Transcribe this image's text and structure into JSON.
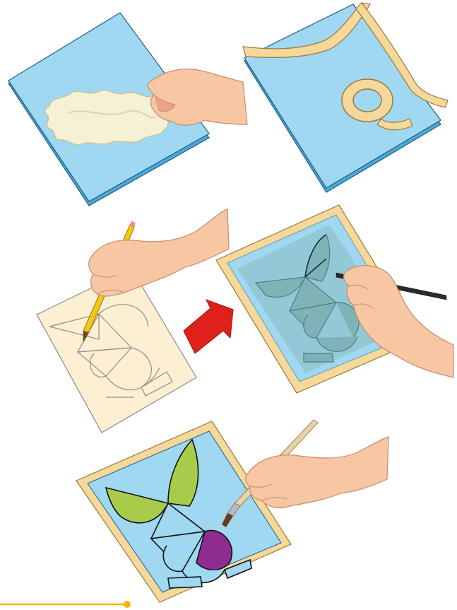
{
  "figure": {
    "steps": [
      {
        "id": "step-1",
        "depicts": "clean-glass-with-cotton"
      },
      {
        "id": "step-2",
        "depicts": "tape-glass-edges"
      },
      {
        "id": "step-3",
        "depicts": "draw-design-on-paper"
      },
      {
        "id": "step-4",
        "depicts": "trace-design-on-glass"
      },
      {
        "id": "step-5",
        "depicts": "paint-glass"
      }
    ],
    "colors": {
      "glass": "#9fd8f0",
      "glass_edge": "#4aa9d6",
      "glass_outline": "#1e5f8a",
      "tape": "#f6d89a",
      "tape_outline": "#9a7a3a",
      "paper": "#fdefd2",
      "skin": "#f7c7a4",
      "skin_shadow": "#e9a487",
      "pencil": "#f5c518",
      "arrow": "#e0201b",
      "leaf_green": "#a8cc4a",
      "purple": "#8e2d8f",
      "accent_line": "#f7b500"
    }
  }
}
